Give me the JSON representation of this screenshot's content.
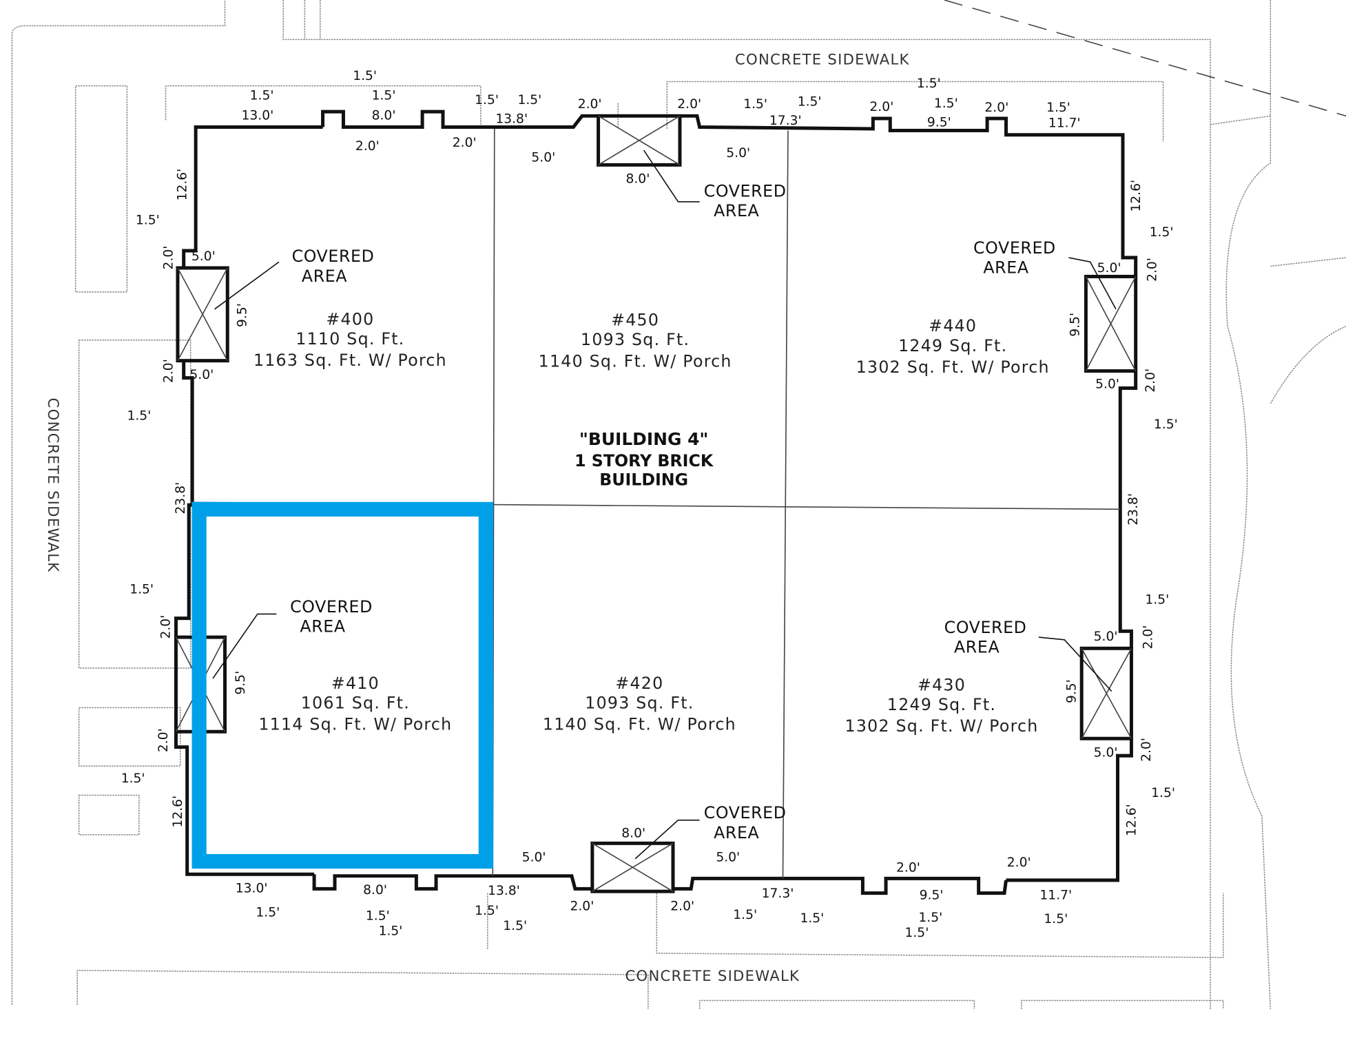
{
  "building": {
    "title": "\"BUILDING 4\"",
    "line2": "1 STORY BRICK",
    "line3": "BUILDING"
  },
  "sidewalks": {
    "top": "CONCRETE SIDEWALK",
    "bottom": "CONCRETE SIDEWALK",
    "left": "CONCRETE SIDEWALK"
  },
  "covered_label": [
    "COVERED",
    "AREA"
  ],
  "units": [
    {
      "number": "#400",
      "area": "1110 Sq. Ft.",
      "porch": "1163 Sq. Ft. W/ Porch"
    },
    {
      "number": "#450",
      "area": "1093 Sq. Ft.",
      "porch": "1140 Sq. Ft. W/ Porch"
    },
    {
      "number": "#440",
      "area": "1249 Sq. Ft.",
      "porch": "1302 Sq. Ft. W/ Porch"
    },
    {
      "number": "#410",
      "area": "1061 Sq. Ft.",
      "porch": "1114 Sq. Ft. W/ Porch"
    },
    {
      "number": "#420",
      "area": "1093 Sq. Ft.",
      "porch": "1140 Sq. Ft. W/ Porch"
    },
    {
      "number": "#430",
      "area": "1249 Sq. Ft.",
      "porch": "1302 Sq. Ft. W/ Porch"
    }
  ],
  "highlight": {
    "unit": "#410",
    "color": "#00a0e9"
  },
  "dims": [
    "1.5'",
    "1.5'",
    "1.5'",
    "13.0'",
    "8.0'",
    "2.0'",
    "2.0'",
    "1.5'",
    "1.5'",
    "13.8'",
    "2.0'",
    "5.0'",
    "8.0'",
    "5.0'",
    "2.0'",
    "1.5'",
    "1.5'",
    "17.3'",
    "2.0'",
    "1.5'",
    "1.5'",
    "9.5'",
    "2.0'",
    "1.5'",
    "11.7'",
    "12.6'",
    "1.5'",
    "2.0'",
    "5.0'",
    "9.5'",
    "2.0'",
    "5.0'",
    "1.5'",
    "23.8'",
    "1.5'",
    "2.0'",
    "9.5'",
    "2.0'",
    "1.5'",
    "12.6'",
    "12.6'",
    "1.5'",
    "5.0'",
    "2.0'",
    "9.5'",
    "5.0'",
    "2.0'",
    "1.5'",
    "23.8'",
    "1.5'",
    "5.0'",
    "2.0'",
    "9.5'",
    "5.0'",
    "2.0'",
    "1.5'",
    "12.6'",
    "8.0'",
    "5.0'",
    "5.0'",
    "13.0'",
    "8.0'",
    "13.8'",
    "1.5'",
    "1.5'",
    "1.5'",
    "1.5'",
    "2.0'",
    "1.5'",
    "2.0'",
    "1.5'",
    "17.3'",
    "1.5'",
    "2.0'",
    "9.5'",
    "1.5'",
    "1.5'",
    "2.0'",
    "11.7'",
    "1.5'"
  ]
}
